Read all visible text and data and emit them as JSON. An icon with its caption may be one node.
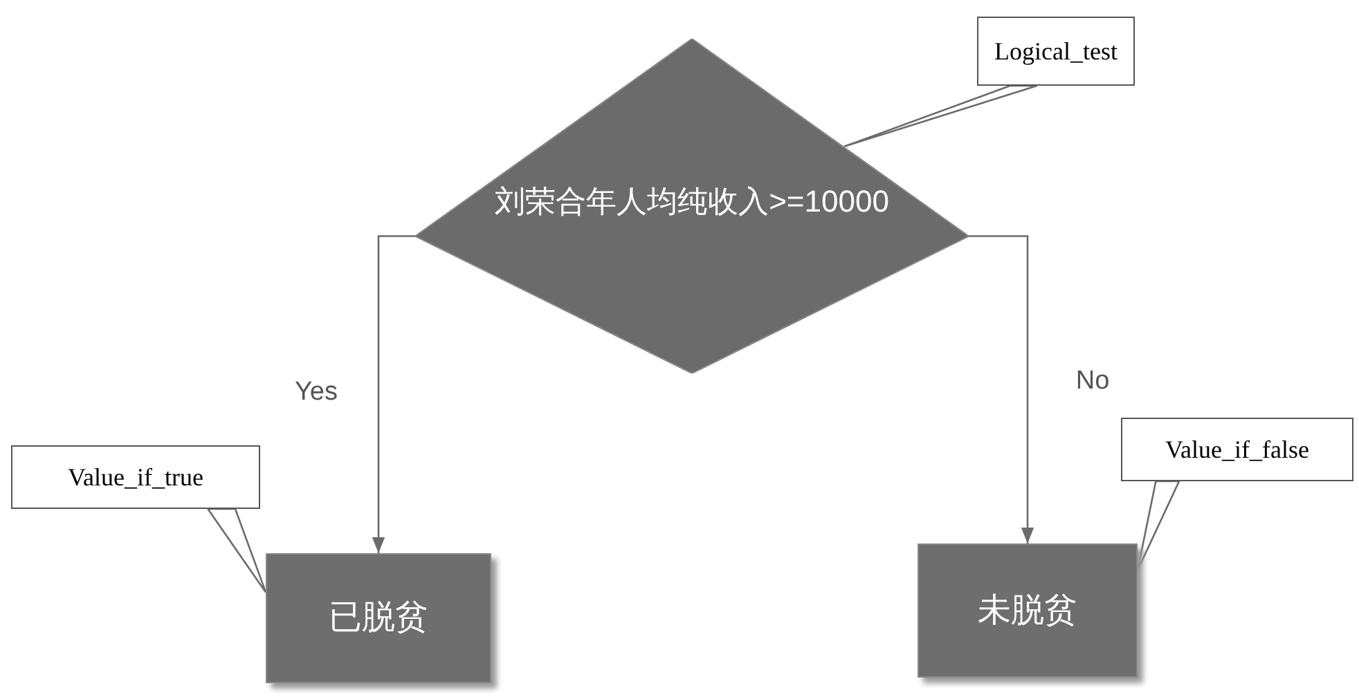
{
  "diagram": {
    "nodes": [
      {
        "text": [
          "Logical_test"
        ]
      },
      {
        "text": [
          "刘荣合年人均纯收入>=10000"
        ]
      },
      {
        "text": [
          "Value_if_true"
        ]
      },
      {
        "text": [
          "已脱贫"
        ]
      },
      {
        "text": [
          "Value_if_false"
        ]
      },
      {
        "text": [
          "未脱贫"
        ]
      }
    ],
    "edges": [
      {
        "from": 0,
        "to": 1,
        "arrow": "none"
      },
      {
        "from": 1,
        "to": 3,
        "arrow": "to",
        "label": "Yes"
      },
      {
        "from": 1,
        "to": 5,
        "arrow": "to",
        "label": "No"
      },
      {
        "from": 2,
        "to": 3,
        "arrow": "none"
      },
      {
        "from": 4,
        "to": 5,
        "arrow": "none"
      }
    ]
  }
}
